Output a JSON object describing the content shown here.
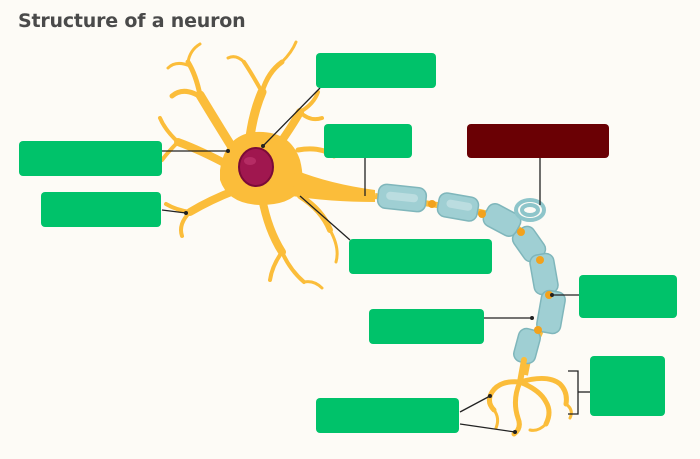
{
  "title": "Structure of a neuron",
  "colors": {
    "label_box": "#00c26a",
    "highlighted_box": "#6a0004",
    "neuron_body": "#fbbd3a",
    "nucleus": "#a0174f",
    "myelin": "#9fcfd3",
    "background": "#fdfbf6"
  },
  "label_boxes": [
    {
      "id": "dendrites",
      "state": "blank"
    },
    {
      "id": "nucleus",
      "state": "blank"
    },
    {
      "id": "axon",
      "state": "blank"
    },
    {
      "id": "schwann-cell",
      "state": "highlighted"
    },
    {
      "id": "cell-body",
      "state": "blank"
    },
    {
      "id": "axon-hillock",
      "state": "blank"
    },
    {
      "id": "node-of-ranvier",
      "state": "blank"
    },
    {
      "id": "myelin-sheath",
      "state": "blank"
    },
    {
      "id": "axon-terminal",
      "state": "blank"
    },
    {
      "id": "synaptic-terminals",
      "state": "blank"
    }
  ]
}
